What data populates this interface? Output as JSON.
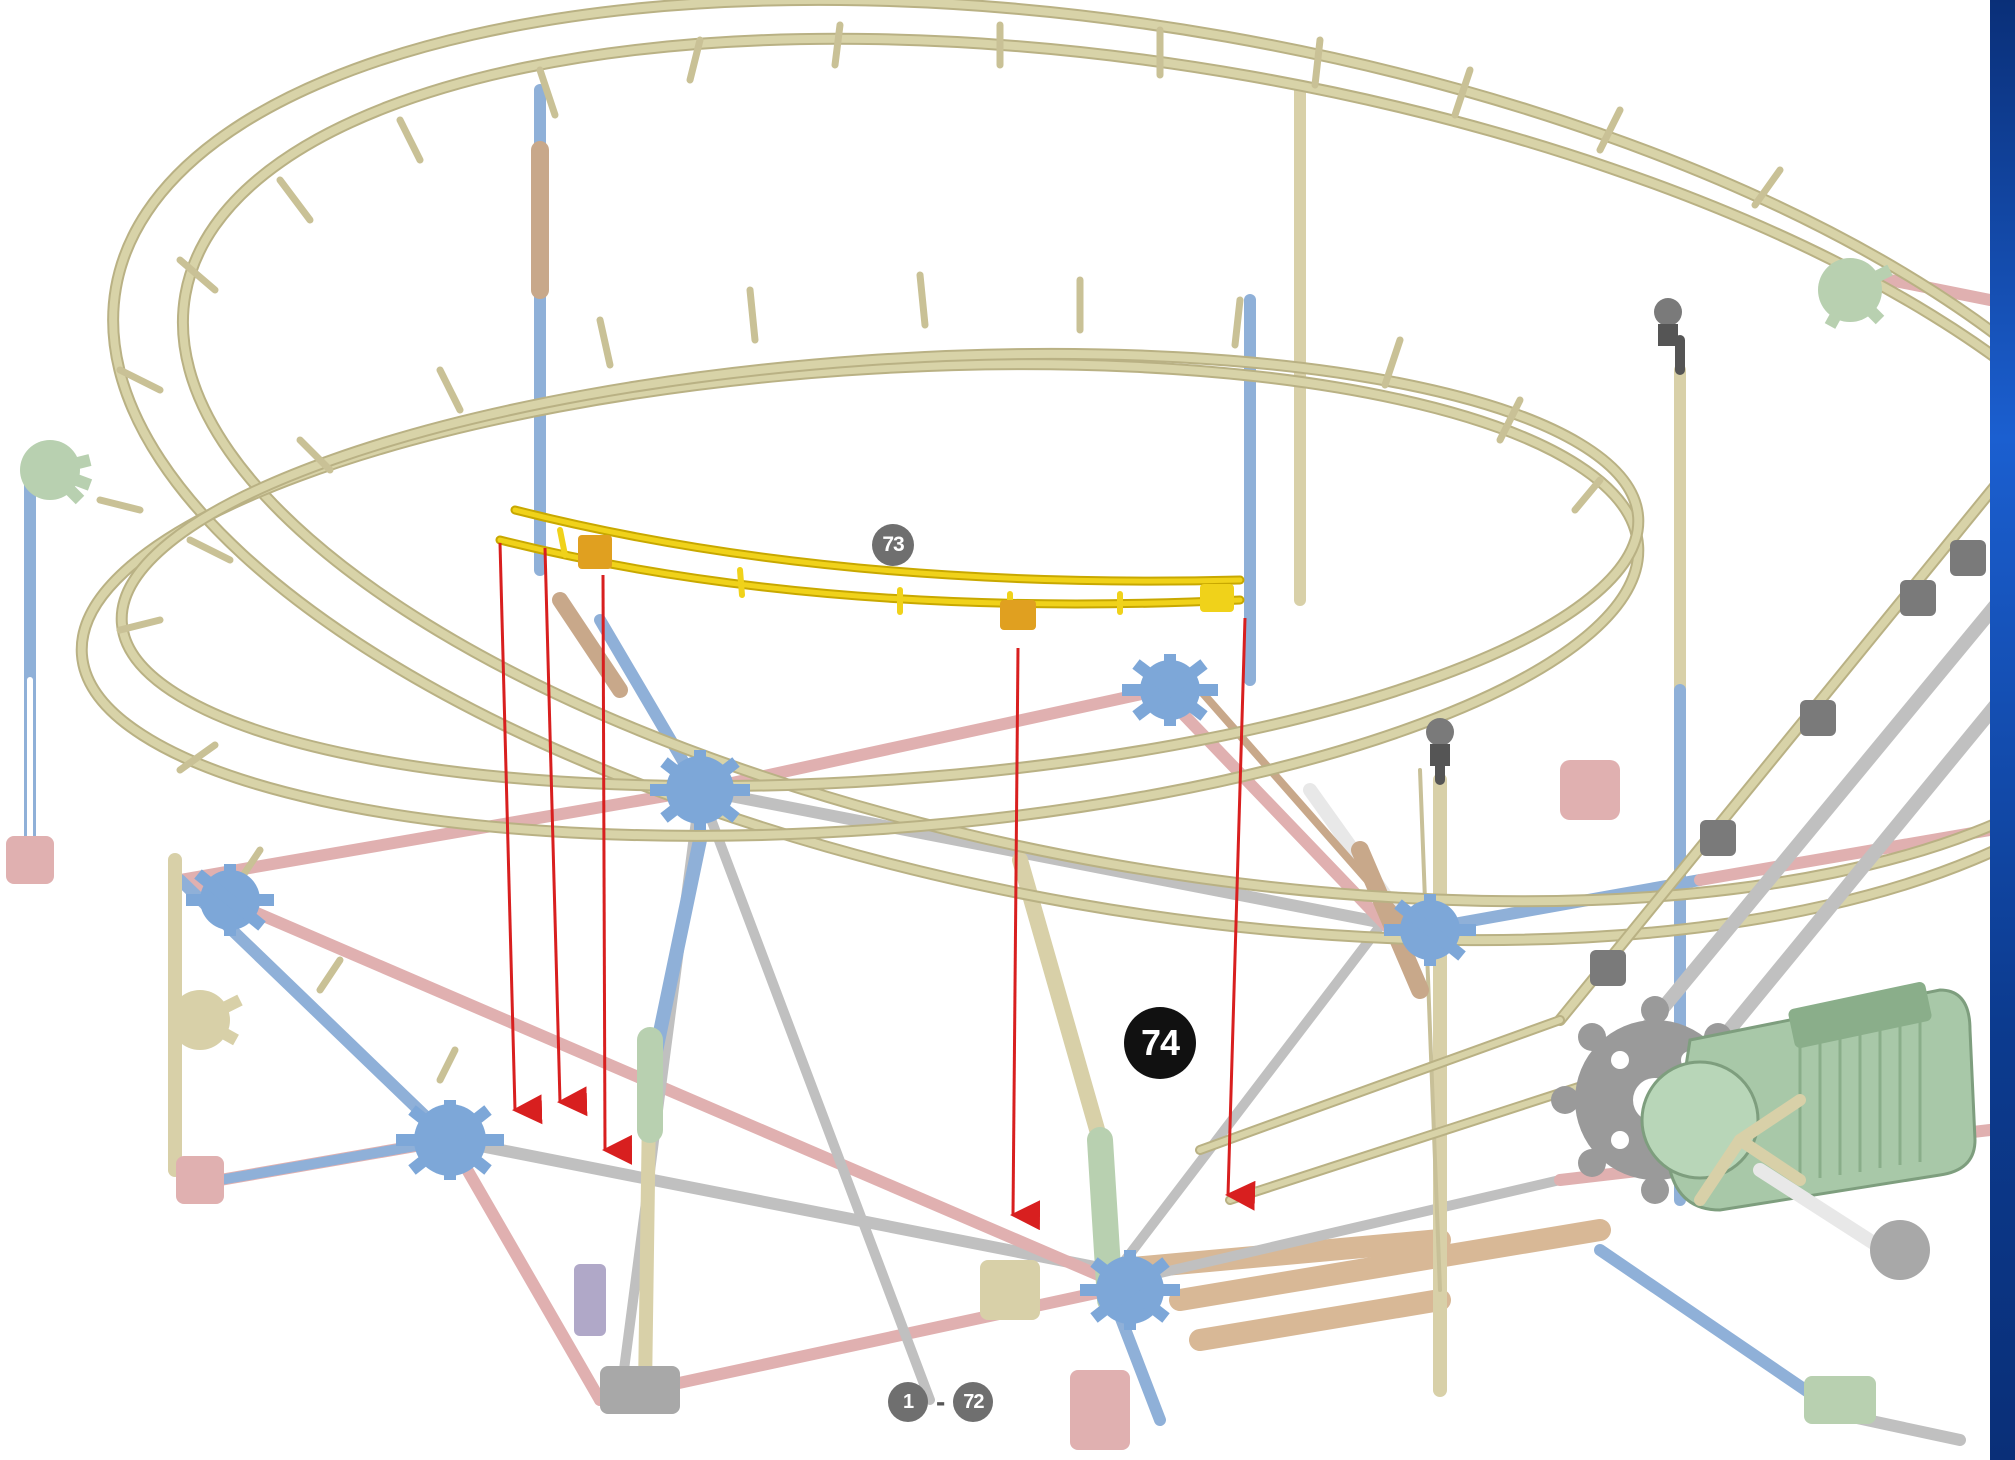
{
  "step": {
    "current": "74",
    "previous": "73"
  },
  "parts_range": {
    "start": "1",
    "separator": "-",
    "end": "72"
  },
  "colors": {
    "track": "#d8d3a8",
    "track_stroke": "#b9b184",
    "highlight_track": "#f0d21a",
    "arrow": "#d81f1f",
    "rod_blue": "#8fb0d8",
    "rod_pink": "#e0b0b0",
    "rod_green": "#b8d0b0",
    "rod_grey": "#c0c0c0",
    "rod_tan": "#d8d0a8",
    "connector_blue": "#7da7d8",
    "motor": "#a8c8a8",
    "gear": "#9a9a9a",
    "side_band": "#1b5fd0"
  },
  "icons": [
    "step-badge",
    "arrow-icon",
    "motor-logo"
  ]
}
